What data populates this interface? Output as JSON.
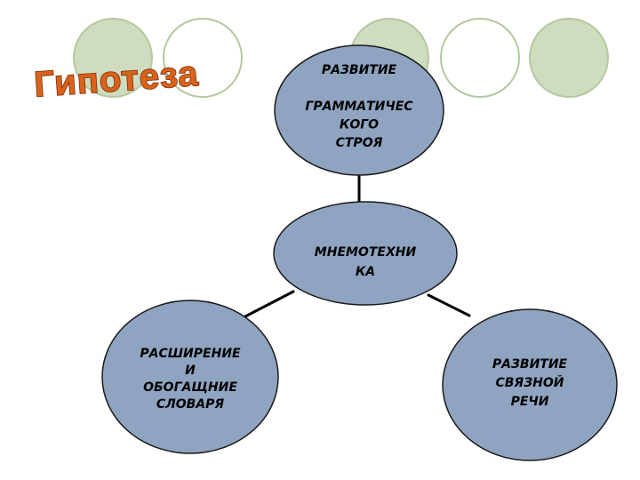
{
  "title": "Гипотеза",
  "colors": {
    "node_fill": "#8fa4c0",
    "node_stroke": "#1a1a1a",
    "deco_fill": "#cfdcbf",
    "deco_stroke": "#b5c89e",
    "title_fill": "#d9621c",
    "title_stroke": "#7a2e06",
    "connector": "#000000"
  },
  "nodes": {
    "center": {
      "lines": [
        "МНЕМОТЕХНИ",
        "КА"
      ]
    },
    "top": {
      "lines": [
        "РАЗВИТИЕ",
        "",
        "ГРАММАТИЧЕС",
        "КОГО",
        "СТРОЯ"
      ]
    },
    "left": {
      "lines": [
        "РАСШИРЕНИЕ",
        "И",
        "ОБОГАЩНИЕ",
        "СЛОВАРЯ"
      ]
    },
    "right": {
      "lines": [
        "РАЗВИТИЕ",
        "СВЯЗНОЙ",
        "РЕЧИ"
      ]
    }
  }
}
